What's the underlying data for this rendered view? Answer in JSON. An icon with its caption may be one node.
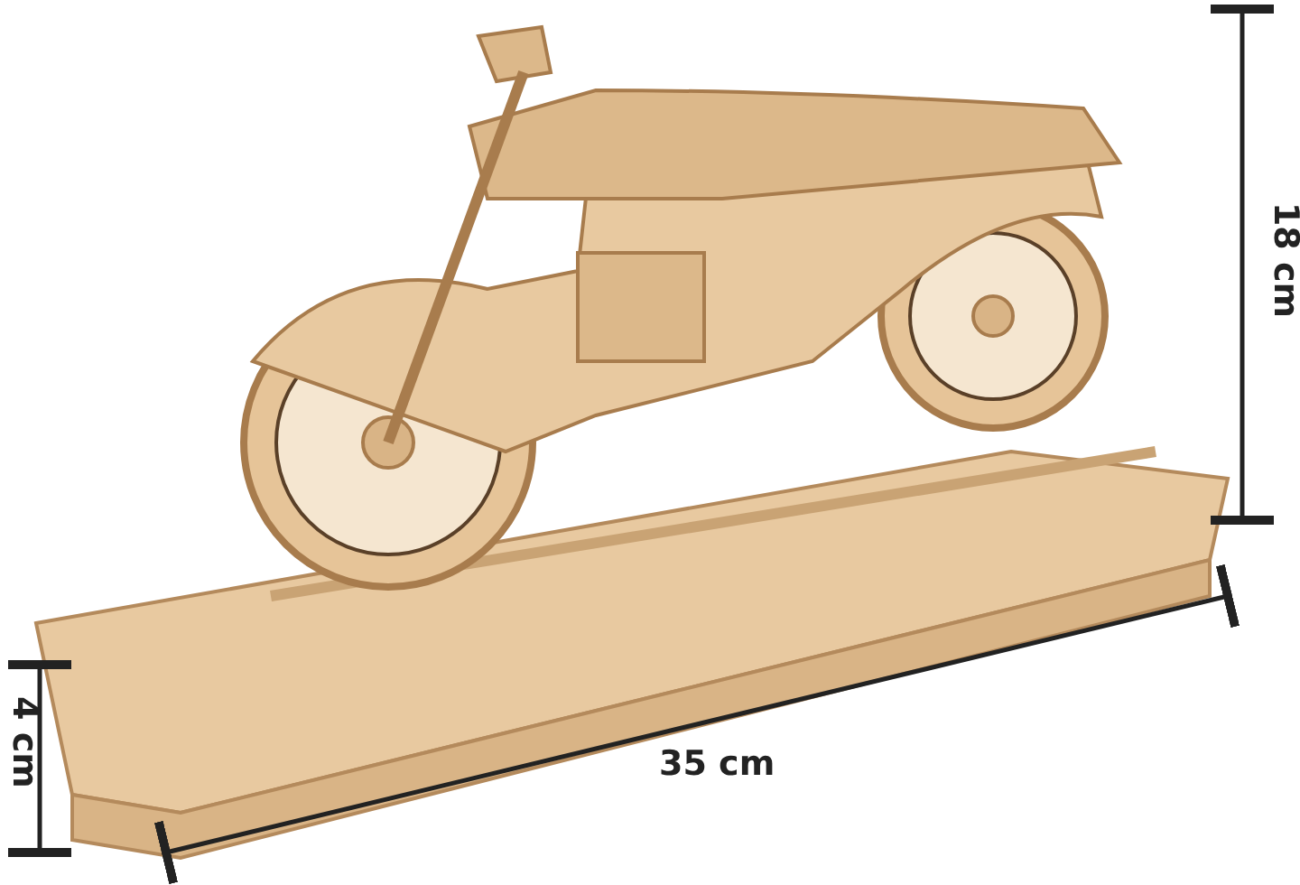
{
  "diagram": {
    "labels": [
      "18 cm",
      "4 cm",
      "35 cm"
    ]
  }
}
